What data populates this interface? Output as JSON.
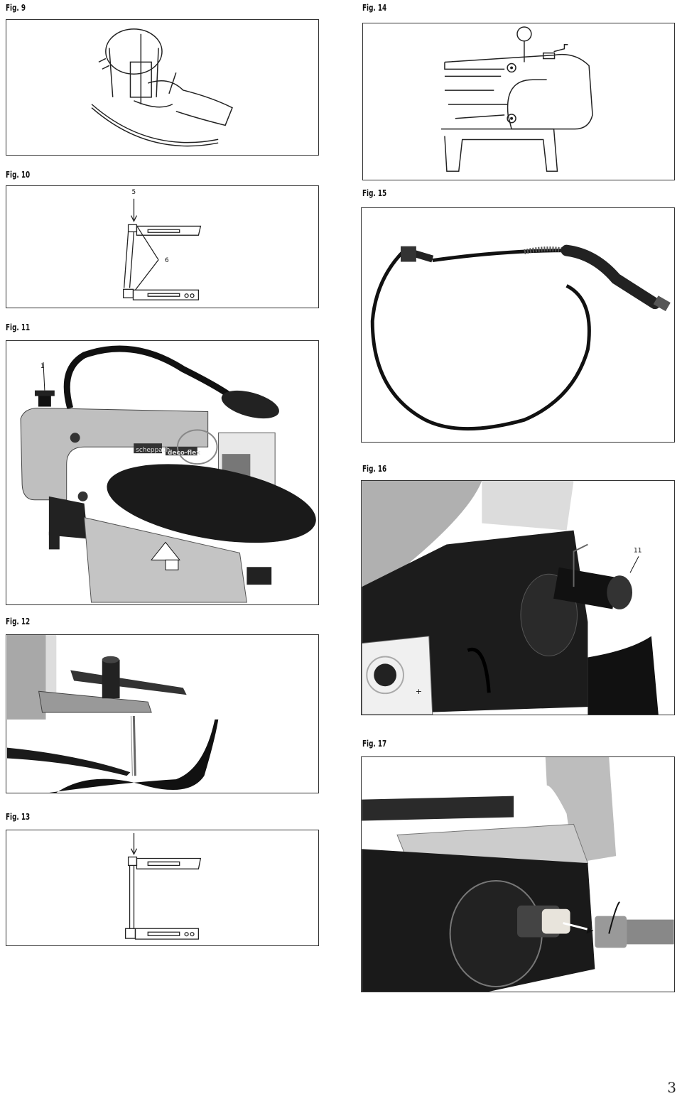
{
  "figures": {
    "fig9": {
      "caption": "Fig. 9"
    },
    "fig10": {
      "caption": "Fig. 10",
      "callouts": [
        "5",
        "6"
      ]
    },
    "fig11": {
      "caption": "Fig. 11",
      "callouts": [
        "1"
      ],
      "brand": "scheppach",
      "model": "deco-flex"
    },
    "fig12": {
      "caption": "Fig. 12"
    },
    "fig13": {
      "caption": "Fig. 13"
    },
    "fig14": {
      "caption": "Fig. 14"
    },
    "fig15": {
      "caption": "Fig. 15"
    },
    "fig16": {
      "caption": "Fig. 16",
      "callouts": [
        "11"
      ],
      "plus_sign": "+"
    },
    "fig17": {
      "caption": "Fig. 17"
    }
  },
  "page_number": "3"
}
